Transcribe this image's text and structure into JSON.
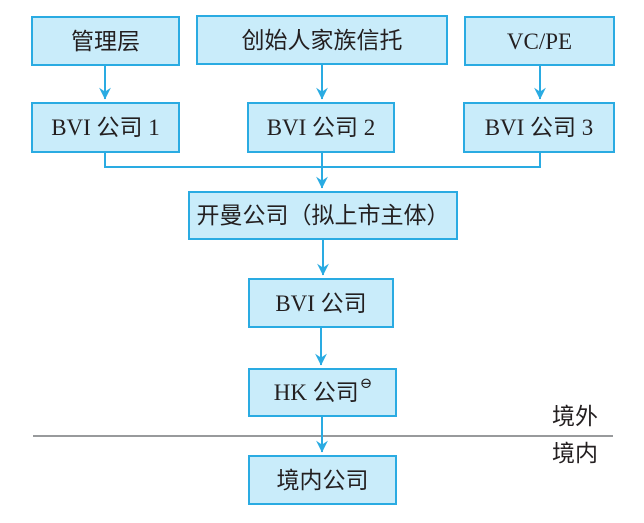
{
  "diagram": {
    "type": "flowchart",
    "nodes": {
      "management": {
        "label": "管理层"
      },
      "founder_trust": {
        "label": "创始人家族信托"
      },
      "vc_pe": {
        "label": "VC/PE"
      },
      "bvi1": {
        "label": "BVI 公司 1"
      },
      "bvi2": {
        "label": "BVI 公司 2"
      },
      "bvi3": {
        "label": "BVI 公司 3"
      },
      "cayman": {
        "label": "开曼公司（拟上市主体）"
      },
      "bvi": {
        "label": "BVI 公司"
      },
      "hk": {
        "label": "HK 公司",
        "superscript": "⊖"
      },
      "domestic": {
        "label": "境内公司"
      }
    },
    "edges": [
      {
        "from": "management",
        "to": "bvi1"
      },
      {
        "from": "founder_trust",
        "to": "bvi2"
      },
      {
        "from": "vc_pe",
        "to": "bvi3"
      },
      {
        "from": "bvi1",
        "to": "cayman"
      },
      {
        "from": "bvi2",
        "to": "cayman"
      },
      {
        "from": "bvi3",
        "to": "cayman"
      },
      {
        "from": "cayman",
        "to": "bvi"
      },
      {
        "from": "bvi",
        "to": "hk"
      },
      {
        "from": "hk",
        "to": "domestic"
      }
    ],
    "region_labels": {
      "offshore": "境外",
      "onshore": "境内"
    },
    "colors": {
      "background": "#ffffff",
      "box_fill": "#c9ecfa",
      "box_border": "#2aabe2",
      "arrow": "#2aabe2",
      "divider": "#77787b",
      "text": "#231f20"
    }
  }
}
